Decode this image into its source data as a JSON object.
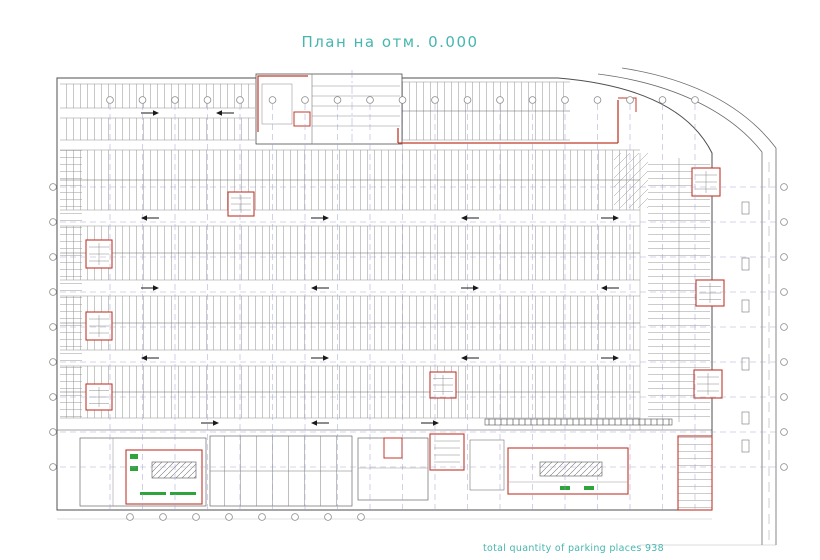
{
  "drawing": {
    "title": "План на отм. 0.000",
    "footer_note": "total quantity of parking places 938"
  },
  "colors": {
    "title_teal": "#46b6af",
    "outline_gray": "#4f4f4f",
    "stall_gray": "#9a9a9a",
    "grid_blue": "#9aa0cf",
    "core_red": "#c03a2b",
    "landscape_green": "#2fa33c"
  },
  "grid": {
    "top_bubble_count": 19,
    "left_bubble_count": 9,
    "right_bubble_count": 9,
    "bottom_bubble_count": 8
  }
}
